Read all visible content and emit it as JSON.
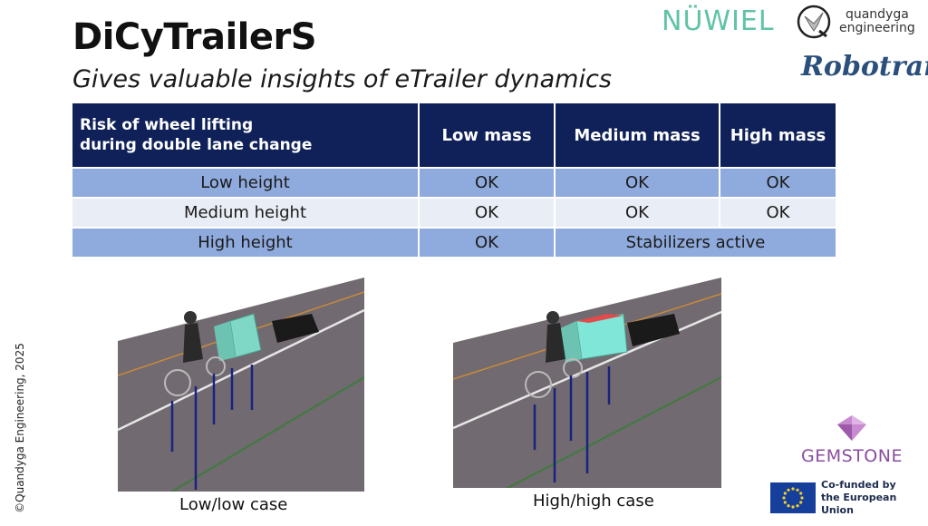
{
  "header": {
    "title": "DiCyTrailerS",
    "subtitle": "Gives valuable insights of eTrailer dynamics"
  },
  "logos": {
    "nuwiel": "NÜWIEL",
    "quandyga_line1": "quandyga",
    "quandyga_line2": "engineering",
    "robotran": "Robotran",
    "gemstone": "GEMSTONE",
    "eu_line1": "Co-funded by",
    "eu_line2": "the European Union"
  },
  "table": {
    "corner_line1": "Risk of wheel lifting",
    "corner_line2": "during double lane change",
    "columns": [
      "Low mass",
      "Medium mass",
      "High mass"
    ],
    "rows": [
      {
        "label": "Low height",
        "cells": [
          "OK",
          "OK",
          "OK"
        ]
      },
      {
        "label": "Medium height",
        "cells": [
          "OK",
          "OK",
          "OK"
        ]
      },
      {
        "label": "High height",
        "cells": [
          "OK",
          "Stabilizers active"
        ]
      }
    ]
  },
  "figures": {
    "left_caption": "Low/low case",
    "right_caption": "High/high case"
  },
  "footer": {
    "copyright": "©Quandyga Engineering, 2025"
  },
  "colors": {
    "header_bg": "#0f2158",
    "row_dark": "#8faadc",
    "row_light": "#e9edf5",
    "nuwiel": "#5fc3a7",
    "robotran": "#2a4f7c",
    "gemstone": "#8a4d9f",
    "eu_flag": "#153f9a"
  }
}
